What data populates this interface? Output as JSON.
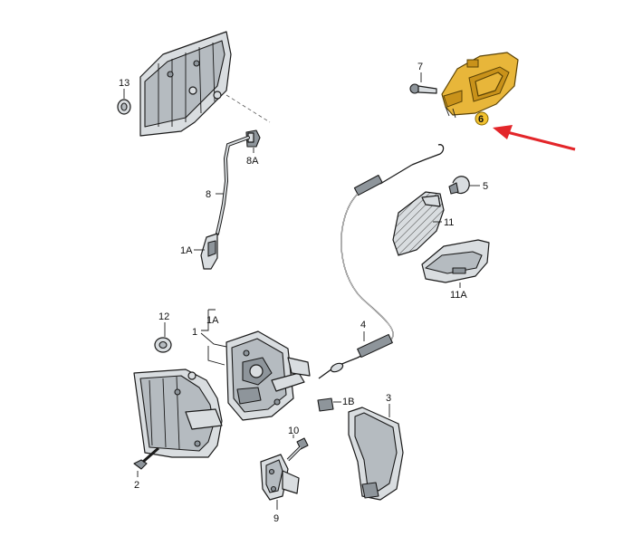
{
  "callouts": {
    "c13": "13",
    "c8A": "8A",
    "c8": "8",
    "c1A_rod": "1A",
    "c7": "7",
    "c6": "6",
    "c5": "5",
    "c11": "11",
    "c11A": "11A",
    "c12": "12",
    "c1": "1",
    "c1A_lock": "1A",
    "c4": "4",
    "c1B": "1B",
    "c3": "3",
    "c10": "10",
    "c2": "2",
    "c9": "9"
  },
  "colors": {
    "highlight_part": "#e8b63a",
    "highlight_badge": "#f2c230",
    "arrow": "#e3262a"
  }
}
